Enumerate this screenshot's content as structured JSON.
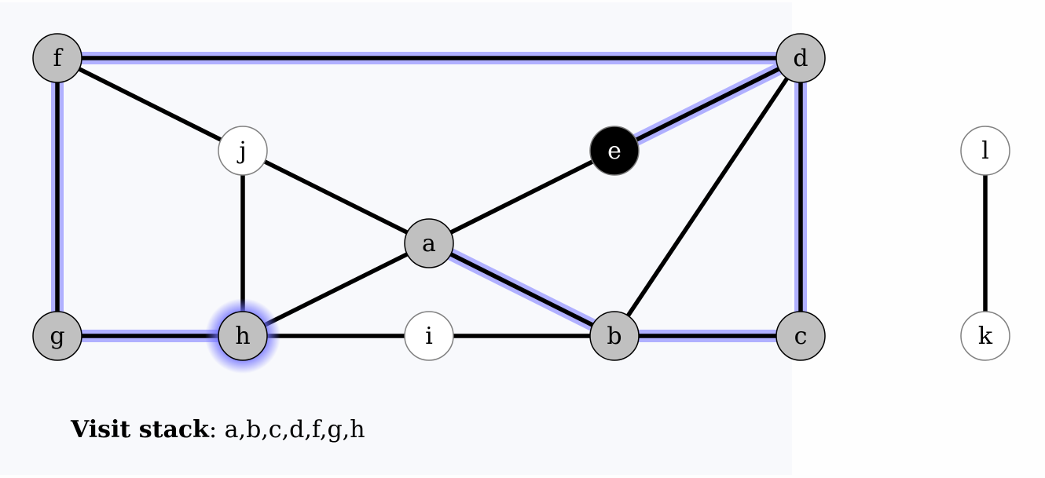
{
  "colors": {
    "panel": "#f8f9fc",
    "highlight": "#b0b0ff",
    "visited": "#c0c0c0",
    "current": "#000000",
    "unvisited": "#ffffff",
    "glow": "#6f6fff"
  },
  "nodes": [
    {
      "id": "f",
      "state": "visited"
    },
    {
      "id": "d",
      "state": "visited"
    },
    {
      "id": "j",
      "state": "unvisited"
    },
    {
      "id": "e",
      "state": "current"
    },
    {
      "id": "a",
      "state": "visited"
    },
    {
      "id": "g",
      "state": "visited"
    },
    {
      "id": "h",
      "state": "visited",
      "glow": true
    },
    {
      "id": "i",
      "state": "unvisited"
    },
    {
      "id": "b",
      "state": "visited"
    },
    {
      "id": "c",
      "state": "visited"
    },
    {
      "id": "l",
      "state": "unvisited"
    },
    {
      "id": "k",
      "state": "unvisited"
    }
  ],
  "edges": [
    {
      "from": "f",
      "to": "d",
      "highlighted": true
    },
    {
      "from": "f",
      "to": "j",
      "highlighted": false
    },
    {
      "from": "j",
      "to": "a",
      "highlighted": false
    },
    {
      "from": "j",
      "to": "h",
      "highlighted": false
    },
    {
      "from": "a",
      "to": "e",
      "highlighted": false
    },
    {
      "from": "a",
      "to": "h",
      "highlighted": false
    },
    {
      "from": "a",
      "to": "b",
      "highlighted": true
    },
    {
      "from": "e",
      "to": "d",
      "highlighted": true
    },
    {
      "from": "d",
      "to": "b",
      "highlighted": false
    },
    {
      "from": "d",
      "to": "c",
      "highlighted": true
    },
    {
      "from": "f",
      "to": "g",
      "highlighted": true
    },
    {
      "from": "g",
      "to": "h",
      "highlighted": true
    },
    {
      "from": "h",
      "to": "i",
      "highlighted": false
    },
    {
      "from": "i",
      "to": "b",
      "highlighted": false
    },
    {
      "from": "b",
      "to": "c",
      "highlighted": true
    },
    {
      "from": "l",
      "to": "k",
      "highlighted": false
    }
  ],
  "caption": {
    "label": "Visit stack",
    "separator": ": ",
    "value": "a,b,c,d,f,g,h"
  }
}
